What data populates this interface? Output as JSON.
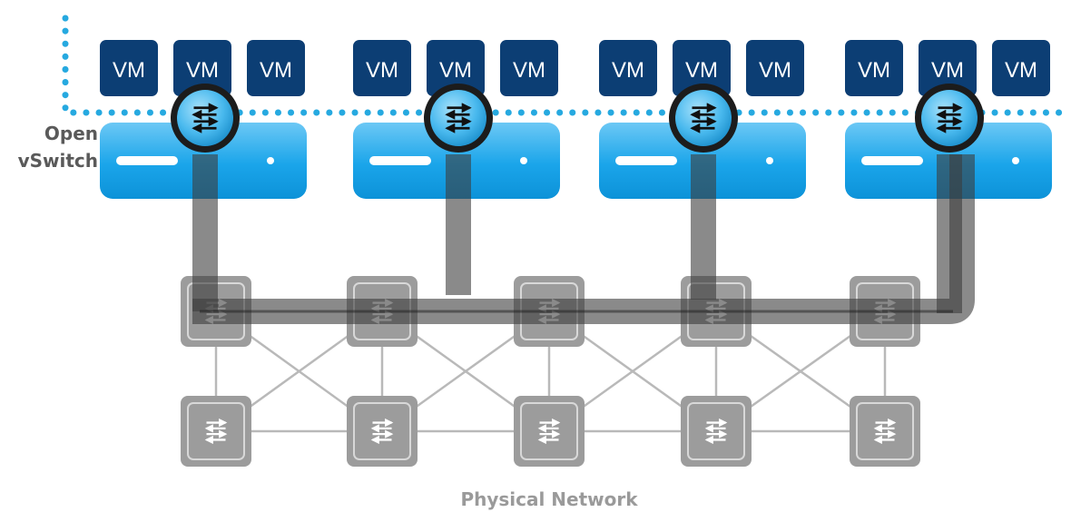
{
  "labels": {
    "vswitch_line1": "Open",
    "vswitch_line2": "vSwitch",
    "network": "Physical Network"
  },
  "vm_label": "VM",
  "hosts": [
    {
      "vms": [
        "VM",
        "VM",
        "VM"
      ]
    },
    {
      "vms": [
        "VM",
        "VM",
        "VM"
      ]
    },
    {
      "vms": [
        "VM",
        "VM",
        "VM"
      ]
    },
    {
      "vms": [
        "VM",
        "VM",
        "VM"
      ]
    }
  ],
  "icons": {
    "virtual_switch": "arrows-switch-icon",
    "physical_switch": "arrows-switch-icon"
  },
  "colors": {
    "vm": "#0c3e74",
    "server": "#1aa5ea",
    "server_light": "#8fd6fb",
    "dotted_line": "#26a9e0",
    "switch_gray": "#9c9c9c",
    "path_dark": "#3c3c3c",
    "text_gray": "#5a5a5a",
    "network_text": "#9a9a9a"
  }
}
